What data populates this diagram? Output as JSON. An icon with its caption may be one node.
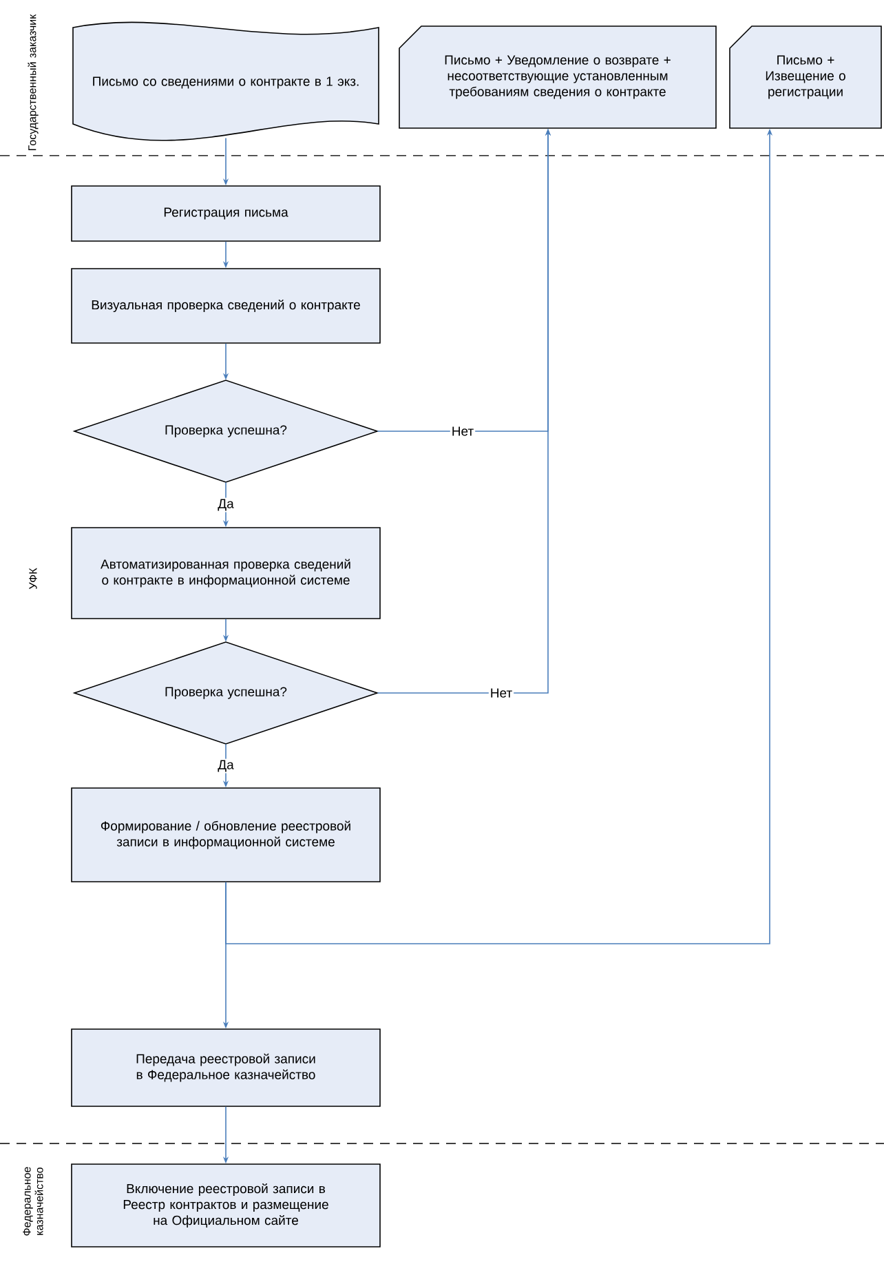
{
  "diagram": {
    "nodes": [
      {
        "text": [
          "Письмо со сведениями о контракте в 1 экз."
        ]
      },
      {
        "text": [
          "Письмо + Уведомление о возврате + несоответствующие установленным требованиям сведения о контракте"
        ]
      },
      {
        "text": [
          "Письмо + Извещение о регистрации"
        ]
      },
      {
        "text": [
          "Регистрация письма"
        ]
      },
      {
        "text": [
          "Визуальная проверка сведений о контракте"
        ]
      },
      {
        "text": [
          "Проверка успешна?"
        ]
      },
      {
        "text": [
          "Автоматизированная проверка сведений о контракте в информационной системе"
        ]
      },
      {
        "text": [
          "Проверка успешна?"
        ]
      },
      {
        "text": [
          "Формирование / обновление реестровой записи в информационной системе"
        ]
      },
      {
        "text": [
          "Передача реестровой записи в Федеральное казначейство"
        ]
      },
      {
        "text": [
          "Включение реестровой записи в Реестр контрактов и размещение на Официальном сайте"
        ]
      }
    ],
    "edges": [
      {
        "from": 0,
        "to": 3,
        "arrow": "to"
      },
      {
        "from": 3,
        "to": 4,
        "arrow": "to"
      },
      {
        "from": 4,
        "to": 5,
        "arrow": "to"
      },
      {
        "from": 5,
        "to": 6,
        "arrow": "to",
        "label": "Да"
      },
      {
        "from": 5,
        "to": 1,
        "arrow": "to",
        "label": "Нет"
      },
      {
        "from": 6,
        "to": 7,
        "arrow": "to"
      },
      {
        "from": 7,
        "to": 8,
        "arrow": "to",
        "label": "Да"
      },
      {
        "from": 7,
        "to": 1,
        "arrow": "to",
        "label": "Нет"
      },
      {
        "from": 8,
        "to": 9,
        "arrow": "to"
      },
      {
        "from": 8,
        "to": 2,
        "arrow": "to"
      },
      {
        "from": 9,
        "to": 10,
        "arrow": "to"
      }
    ],
    "labels": [
      "Государственный заказчик",
      "УФК",
      "Федеральное казначейство"
    ]
  }
}
